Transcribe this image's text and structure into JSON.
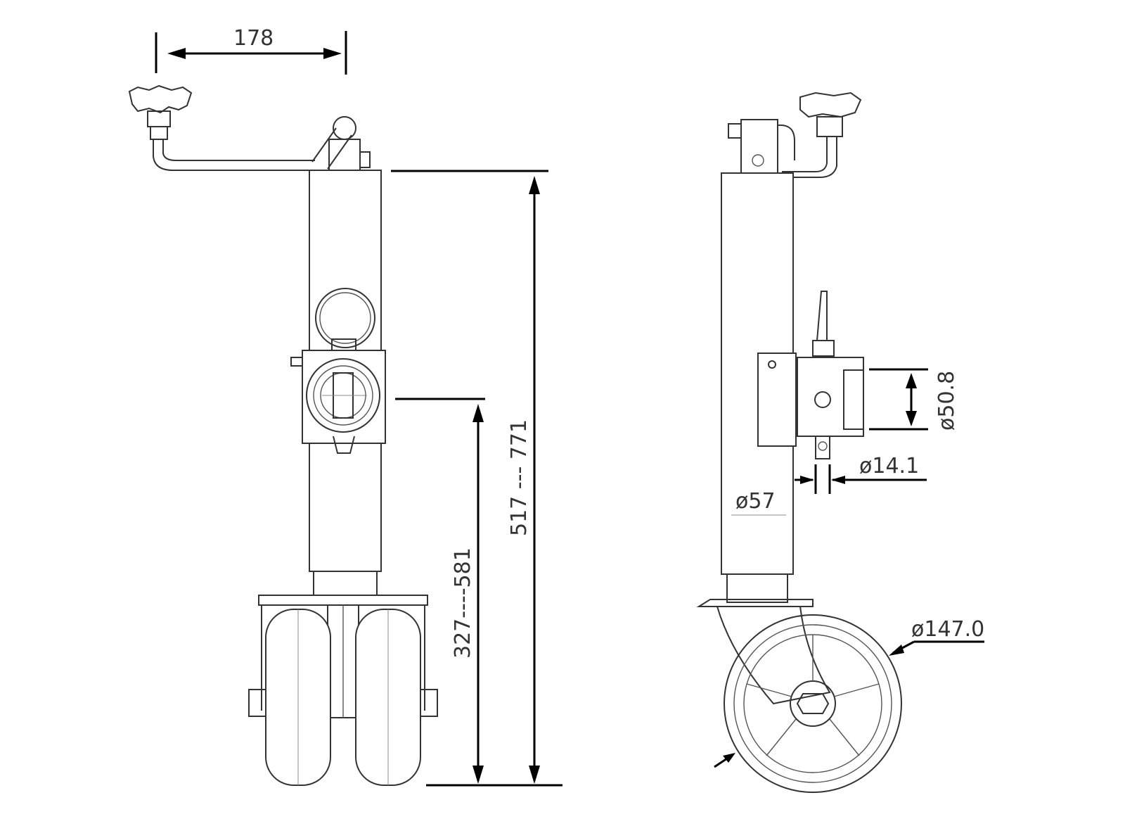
{
  "dimensions": {
    "crank_reach": "178",
    "total_height_range": "517 --- 771",
    "wheel_height_range": "327----581",
    "clamp_diameter": "ø50.8",
    "pin_diameter": "ø14.1",
    "tube_diameter": "ø57",
    "wheel_diameter": "ø147.0"
  }
}
